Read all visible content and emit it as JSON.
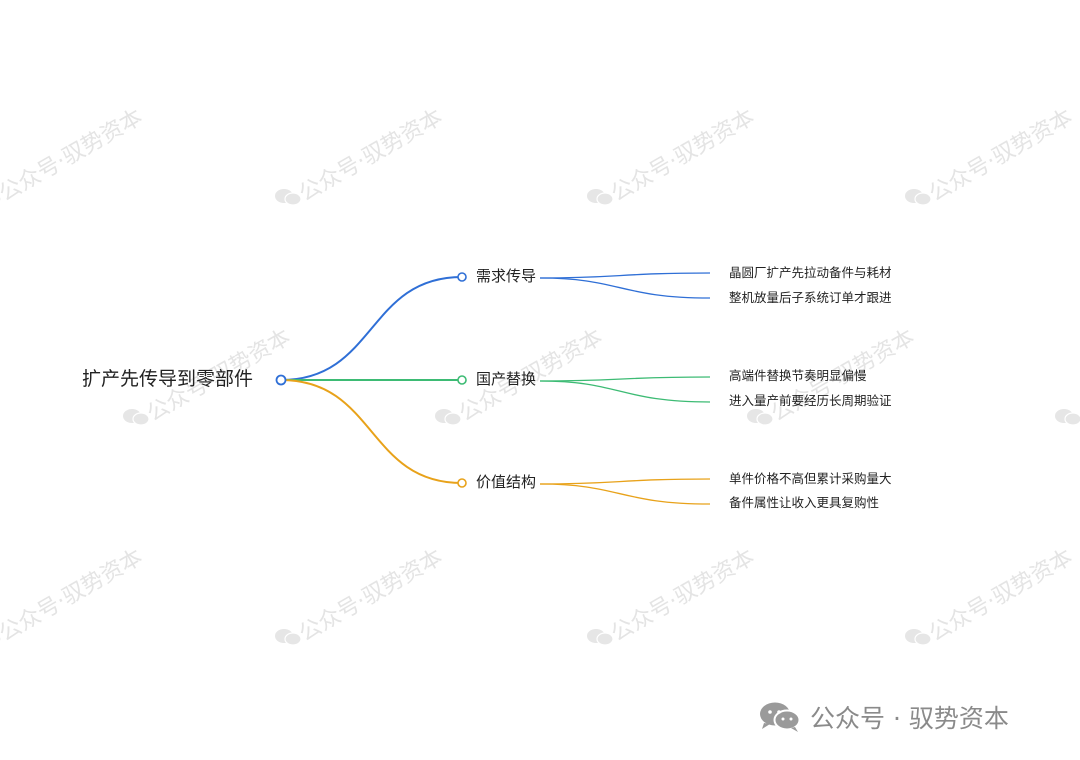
{
  "diagram": {
    "root": {
      "label": "扩产先传导到零部件"
    },
    "branches": [
      {
        "label": "需求传导",
        "color": "#2f6fd6",
        "children": [
          "晶圆厂扩产先拉动备件与耗材",
          "整机放量后子系统订单才跟进"
        ]
      },
      {
        "label": "国产替换",
        "color": "#3dbb74",
        "children": [
          "高端件替换节奏明显偏慢",
          "进入量产前要经历长周期验证"
        ]
      },
      {
        "label": "价值结构",
        "color": "#e8a21a",
        "children": [
          "单件价格不高但累计采购量大",
          "备件属性让收入更具复购性"
        ]
      }
    ]
  },
  "watermark": {
    "text": "公众号·驭势资本"
  },
  "footer": {
    "text": "公众号 · 驭势资本"
  }
}
